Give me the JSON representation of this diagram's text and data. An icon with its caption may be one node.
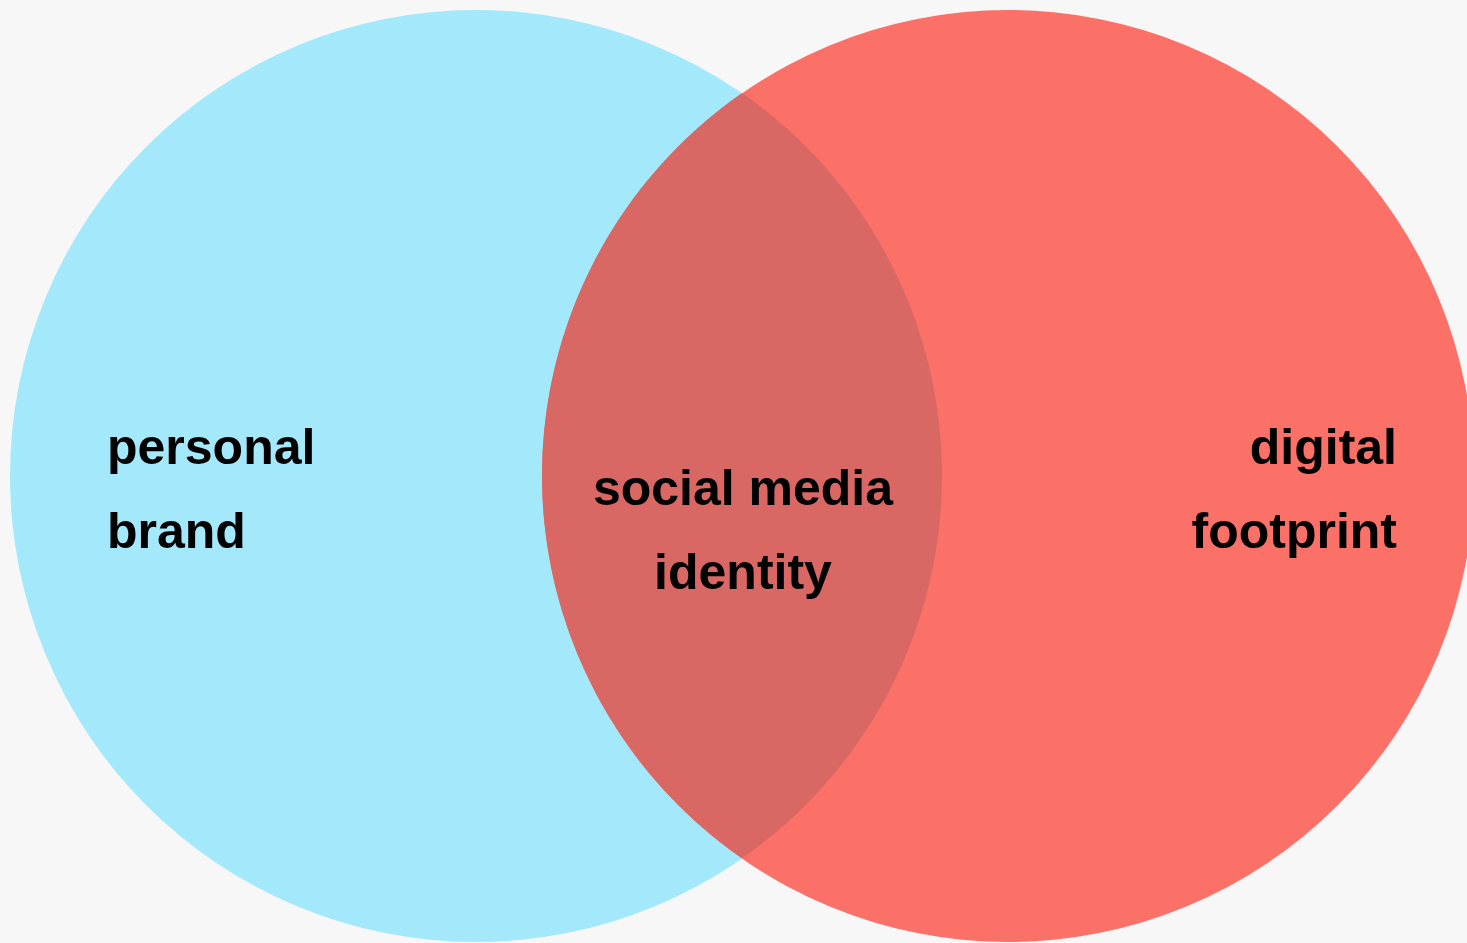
{
  "diagram": {
    "nodes": [
      {
        "text": [
          "personal brand"
        ]
      },
      {
        "text": [
          "digital footprint"
        ]
      },
      {
        "text": [
          "social media identity"
        ]
      }
    ]
  }
}
